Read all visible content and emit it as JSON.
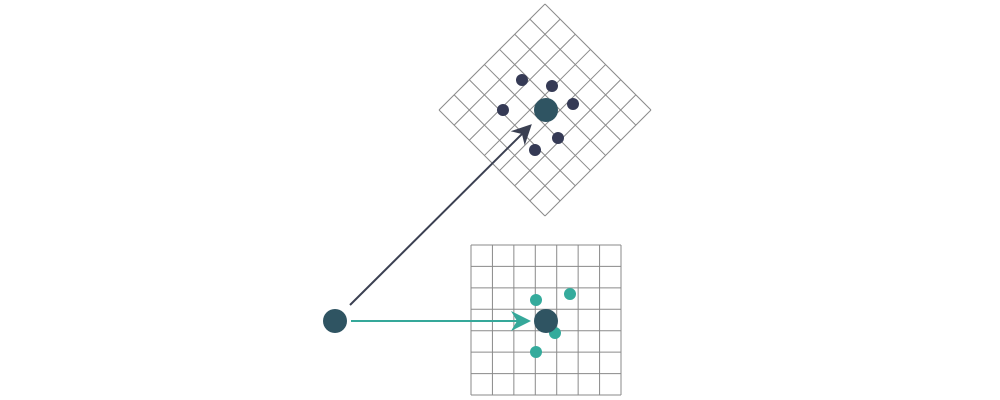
{
  "diagram": {
    "colors": {
      "grid_line": "#8a8a8a",
      "dark_arrow": "#3b4052",
      "teal_arrow": "#35a89a",
      "center_node": "#2f5462",
      "rotated_points": "#353a55",
      "straight_points": "#35ab9c"
    },
    "nodes": {
      "origin": "source-node",
      "rotated_target": "rotated-grid-center",
      "straight_target": "straight-grid-center"
    }
  }
}
